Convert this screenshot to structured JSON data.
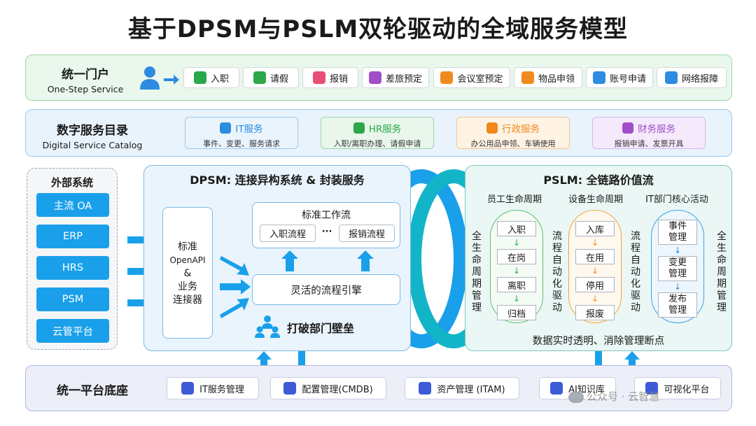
{
  "title": "基于DPSM与PSLM双轮驱动的全域服务模型",
  "portal": {
    "label_zh": "统一门户",
    "label_en": "One-Step Service",
    "services": [
      "入职",
      "请假",
      "报销",
      "差旅预定",
      "会议室预定",
      "物品申领",
      "账号申请",
      "网络报障"
    ]
  },
  "catalog": {
    "label_zh": "数字服务目录",
    "label_en": "Digital Service Catalog",
    "items": [
      {
        "title": "IT服务",
        "desc": "事件、变更、服务请求",
        "color": "#2d8be0"
      },
      {
        "title": "HR服务",
        "desc": "入职/离职办理、请假申请",
        "color": "#2aa84a"
      },
      {
        "title": "行政服务",
        "desc": "办公用品申领、车辆使用",
        "color": "#f08a1c"
      },
      {
        "title": "财务服务",
        "desc": "报销申请、发票开具",
        "color": "#a14ec8"
      }
    ]
  },
  "external": {
    "title": "外部系统",
    "systems": [
      "主流 OA",
      "ERP",
      "HRS",
      "PSM",
      "云管平台"
    ]
  },
  "dpsm": {
    "title": "DPSM: 连接异构系统 & 封装服务",
    "connector": [
      "标准",
      "OpenAPI",
      "&",
      "业务",
      "连接器"
    ],
    "workflow_title": "标准工作流",
    "workflow_a": "入职流程",
    "workflow_dots": "···",
    "workflow_b": "报销流程",
    "engine": "灵活的流程引擎",
    "breakthrough": "打破部门壁垒"
  },
  "pslm": {
    "title": "PSLM: 全链路价值流",
    "col_employee": "员工生命周期",
    "col_device": "设备生命周期",
    "col_it": "IT部门核心活动",
    "employee_steps": [
      "入职",
      "在岗",
      "离职",
      "归档"
    ],
    "device_steps": [
      "入库",
      "在用",
      "停用",
      "报废"
    ],
    "it_steps": [
      [
        "事件",
        "管理"
      ],
      [
        "变更",
        "管理"
      ],
      [
        "发布",
        "管理"
      ]
    ],
    "vlabel_full": "全生命周期管理",
    "vlabel_flow": "流程自动化驱动",
    "footer": "数据实时透明、消除管理断点"
  },
  "platform": {
    "label": "统一平台底座",
    "items": [
      "IT服务管理",
      "配置管理(CMDB)",
      "资产管理 (ITAM)",
      "AI知识库",
      "可视化平台"
    ]
  },
  "watermark": "公众号 · 云智慧",
  "colors": {
    "blue": "#1aa0ea",
    "green": "#2aa84a",
    "orange": "#f08a1c",
    "purple": "#a14ec8"
  }
}
